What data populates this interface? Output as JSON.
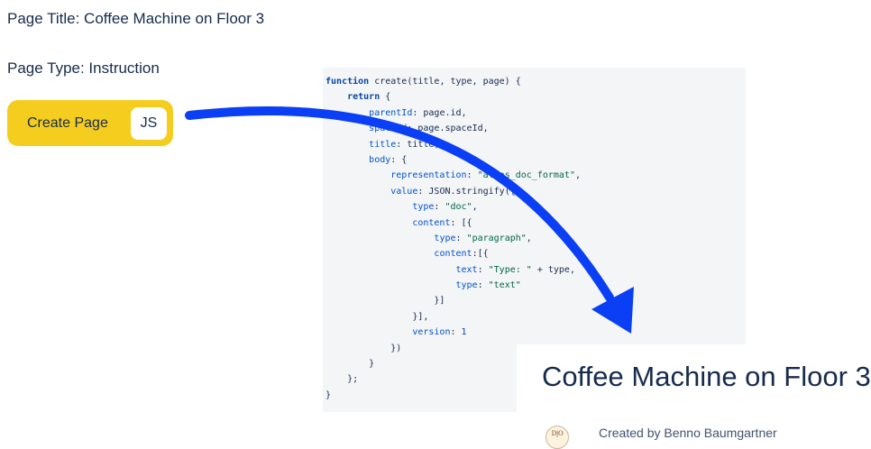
{
  "fields": {
    "title_line": "Page Title: Coffee Machine on Floor 3",
    "type_line": "Page Type: Instruction"
  },
  "create_button": {
    "label": "Create Page",
    "badge": "JS"
  },
  "code": {
    "lines": [
      [
        {
          "t": "function",
          "c": "kw"
        },
        {
          "t": " create(title, type, page) {"
        }
      ],
      [
        {
          "t": "    "
        },
        {
          "t": "return",
          "c": "kw"
        },
        {
          "t": " {"
        }
      ],
      [
        {
          "t": "        "
        },
        {
          "t": "parentId",
          "c": "prop"
        },
        {
          "t": ": page.id,"
        }
      ],
      [
        {
          "t": "        "
        },
        {
          "t": "spaceId",
          "c": "prop"
        },
        {
          "t": ": page.spaceId,"
        }
      ],
      [
        {
          "t": "        "
        },
        {
          "t": "title",
          "c": "prop"
        },
        {
          "t": ": title,"
        }
      ],
      [
        {
          "t": "        "
        },
        {
          "t": "body",
          "c": "prop"
        },
        {
          "t": ": {"
        }
      ],
      [
        {
          "t": "            "
        },
        {
          "t": "representation",
          "c": "prop"
        },
        {
          "t": ": "
        },
        {
          "t": "\"atlas_doc_format\"",
          "c": "str"
        },
        {
          "t": ","
        }
      ],
      [
        {
          "t": "            "
        },
        {
          "t": "value",
          "c": "prop"
        },
        {
          "t": ": JSON.stringify({"
        }
      ],
      [
        {
          "t": "                "
        },
        {
          "t": "type",
          "c": "prop"
        },
        {
          "t": ": "
        },
        {
          "t": "\"doc\"",
          "c": "str"
        },
        {
          "t": ","
        }
      ],
      [
        {
          "t": "                "
        },
        {
          "t": "content",
          "c": "prop"
        },
        {
          "t": ": [{"
        }
      ],
      [
        {
          "t": "                    "
        },
        {
          "t": "type",
          "c": "prop"
        },
        {
          "t": ": "
        },
        {
          "t": "\"paragraph\"",
          "c": "str"
        },
        {
          "t": ","
        }
      ],
      [
        {
          "t": "                    "
        },
        {
          "t": "content",
          "c": "prop"
        },
        {
          "t": ":[{"
        }
      ],
      [
        {
          "t": "                        "
        },
        {
          "t": "text",
          "c": "prop"
        },
        {
          "t": ": "
        },
        {
          "t": "\"Type: \"",
          "c": "str"
        },
        {
          "t": " + type,"
        }
      ],
      [
        {
          "t": "                        "
        },
        {
          "t": "type",
          "c": "prop"
        },
        {
          "t": ": "
        },
        {
          "t": "\"text\"",
          "c": "str"
        }
      ],
      [
        {
          "t": "                    }]"
        }
      ],
      [
        {
          "t": "                }],"
        }
      ],
      [
        {
          "t": "                "
        },
        {
          "t": "version",
          "c": "prop"
        },
        {
          "t": ": "
        },
        {
          "t": "1",
          "c": "num"
        }
      ],
      [
        {
          "t": "            })"
        }
      ],
      [
        {
          "t": "        }"
        }
      ],
      [
        {
          "t": "    };"
        }
      ],
      [
        {
          "t": "}"
        }
      ]
    ]
  },
  "preview": {
    "title": "Coffee Machine on Floor 3",
    "byline": "Created by Benno Baumgartner",
    "avatar_text": "D|O"
  },
  "colors": {
    "button": "#f5cd1f",
    "arrow": "#0a3ff5",
    "code_bg": "#f4f5f7"
  }
}
